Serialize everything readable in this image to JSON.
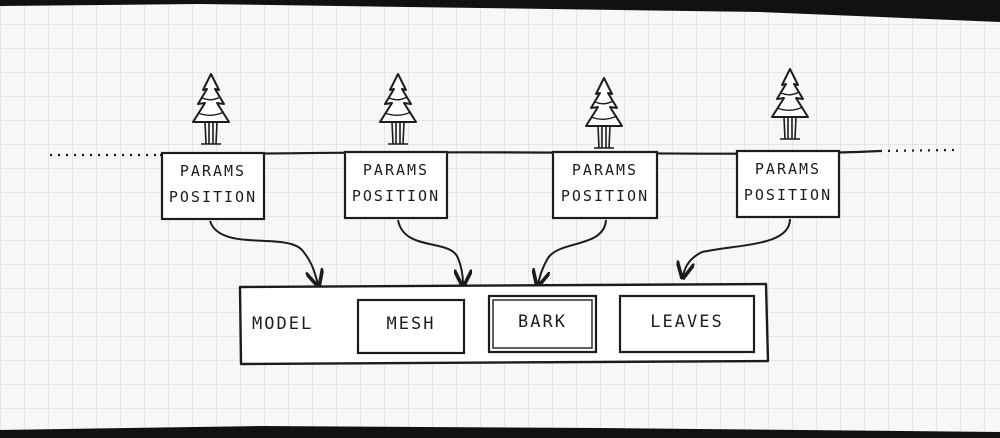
{
  "diagram": {
    "instances": [
      {
        "params_label": "Params",
        "position_label": "Position"
      },
      {
        "params_label": "Params",
        "position_label": "Position"
      },
      {
        "params_label": "Params",
        "position_label": "Position"
      },
      {
        "params_label": "Params",
        "position_label": "Position"
      }
    ],
    "model": {
      "label": "Model",
      "parts": [
        {
          "label": "Mesh"
        },
        {
          "label": "Bark"
        },
        {
          "label": "Leaves"
        }
      ]
    },
    "colors": {
      "ink": "#1c1c1c",
      "grid": "#d6d6d6",
      "paper": "#f7f7f7"
    }
  }
}
